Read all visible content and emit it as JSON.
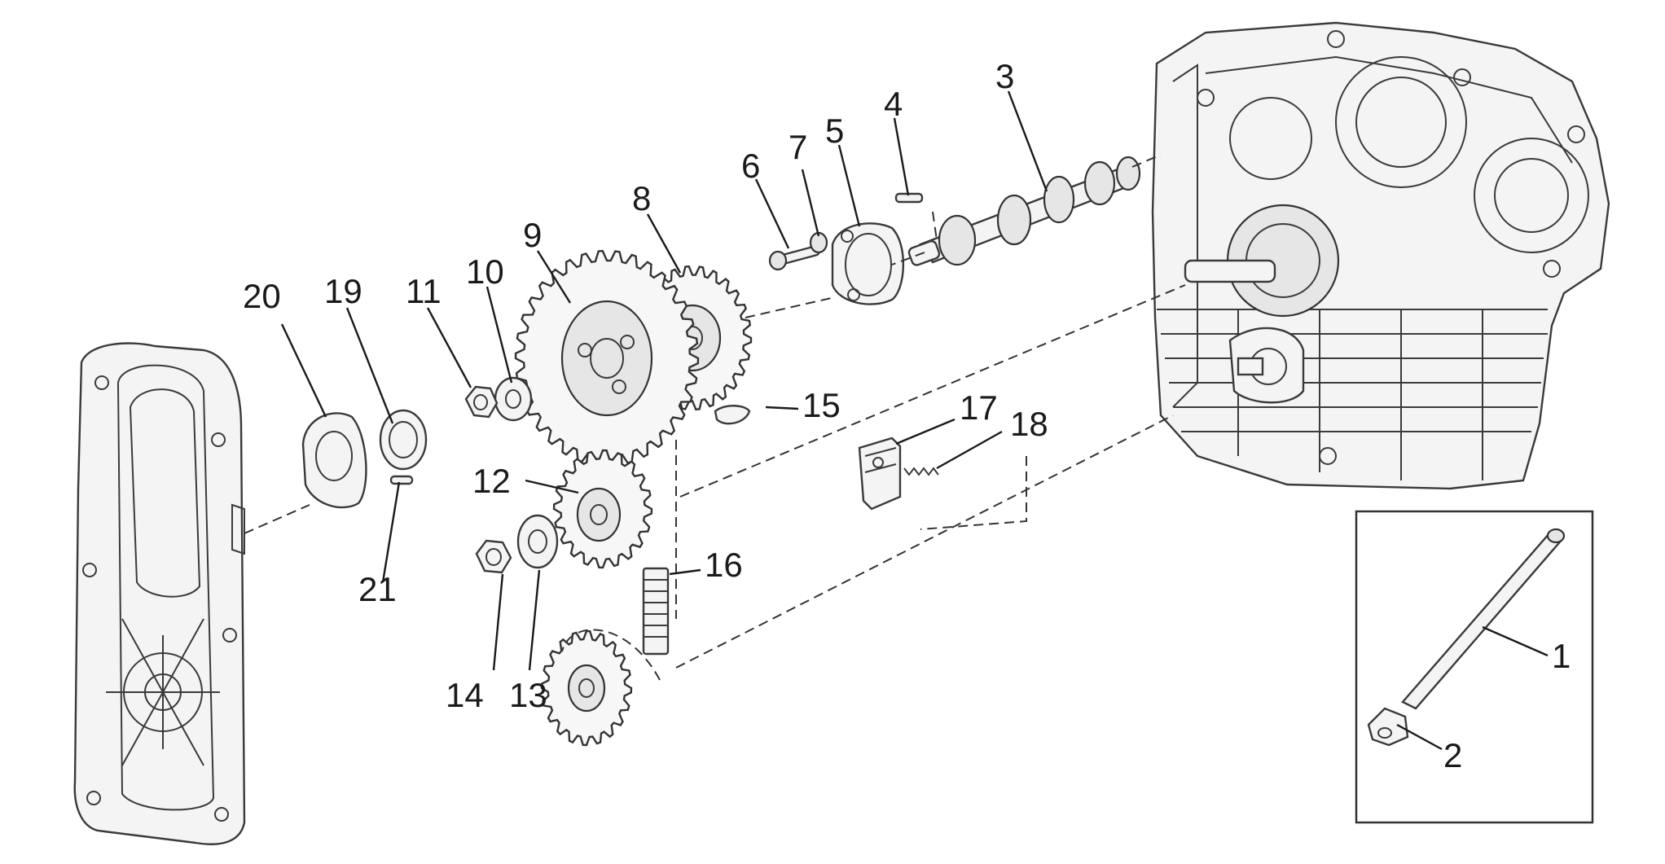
{
  "callouts": [
    {
      "id": "1",
      "text": "1"
    },
    {
      "id": "2",
      "text": "2"
    },
    {
      "id": "3",
      "text": "3"
    },
    {
      "id": "4",
      "text": "4"
    },
    {
      "id": "5",
      "text": "5"
    },
    {
      "id": "6",
      "text": "6"
    },
    {
      "id": "7",
      "text": "7"
    },
    {
      "id": "8",
      "text": "8"
    },
    {
      "id": "9",
      "text": "9"
    },
    {
      "id": "10",
      "text": "10"
    },
    {
      "id": "11",
      "text": "11"
    },
    {
      "id": "12",
      "text": "12"
    },
    {
      "id": "13",
      "text": "13"
    },
    {
      "id": "14",
      "text": "14"
    },
    {
      "id": "15",
      "text": "15"
    },
    {
      "id": "16",
      "text": "16"
    },
    {
      "id": "17",
      "text": "17"
    },
    {
      "id": "18",
      "text": "18"
    },
    {
      "id": "19",
      "text": "19"
    },
    {
      "id": "20",
      "text": "20"
    },
    {
      "id": "21",
      "text": "21"
    }
  ],
  "colors": {
    "line": "#333333",
    "fill": "#f4f4f4",
    "background": "#ffffff"
  }
}
